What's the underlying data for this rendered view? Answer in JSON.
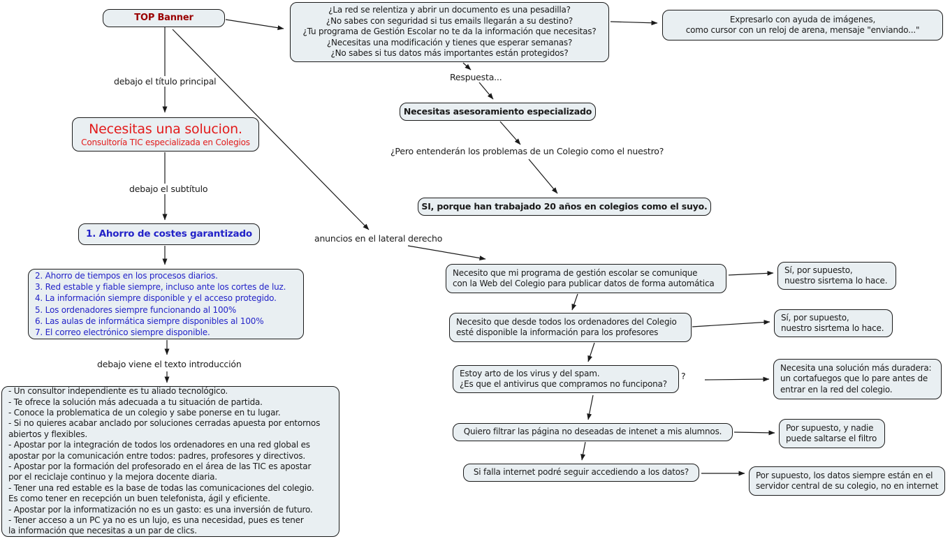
{
  "colors": {
    "box_fill": "#e9eff2",
    "box_border": "#1a1a1a",
    "banner_red": "#990000",
    "title_red": "#e21b1b",
    "link_blue": "#2323c8"
  },
  "top_banner": "TOP Banner",
  "pain_questions": [
    "¿La red se relentiza y abrir un documento es una pesadilla?",
    "¿No sabes con seguridad si tus emails llegarán a su destino?",
    "¿Tu programa de Gestión Escolar no te da la información que necesitas?",
    "¿Necesitas una modificación y tienes que esperar semanas?",
    "¿No sabes si tus datos más importantes están protegidos?"
  ],
  "images_answer": [
    "Expresarlo con ayuda de imágenes,",
    "como cursor con un reloj de arena, mensaje \"enviando...\""
  ],
  "labels": {
    "respuesta": "Respuesta...",
    "pero": "¿Pero entenderán los problemas de un Colegio como el nuestro?",
    "debajo_titulo": "debajo el título principal",
    "debajo_subtitulo": "debajo el subtítulo",
    "debajo_intro": "debajo viene el texto introducción",
    "anuncios": "anuncios en el lateral derecho",
    "question_mark": "?"
  },
  "asesoramiento": "Necesitas asesoramiento especializado",
  "si_answer": "SI, porque han trabajado 20 años en colegios como el suyo.",
  "solucion": {
    "title": "Necesitas una solucion.",
    "subtitle": "Consultoría TIC especializada en Colegios"
  },
  "ahorro": "1. Ahorro de costes garantizado",
  "benefits": [
    "2. Ahorro de tiempos en los procesos diarios.",
    "3. Red estable y fiable siempre, incluso ante los cortes de luz.",
    "4. La información siempre disponible y el acceso protegido.",
    "5. Los ordenadores siempre funcionando al 100%",
    "6. Las aulas de informática siempre disponibles al 100%",
    "7. El correo electrónico siempre disponible."
  ],
  "intro": [
    "- Un consultor independiente es tu aliado tecnológico.",
    "- Te ofrece la solución más adecuada a tu situación de partida.",
    "- Conoce la problematica de un colegio y sabe ponerse en tu lugar.",
    "- Si no quieres acabar anclado por soluciones cerradas apuesta por entornos",
    "abiertos y flexibles.",
    "- Apostar por la integración de todos los ordenadores en una red global es",
    "apostar por la comunicación entre todos: padres, profesores y directivos.",
    "- Apostar por la formación del profesorado en el área de las TIC es apostar",
    "por el reciclaje continuo y la mejora docente diaria.",
    "- Tener una red estable es la base de todas las comunicaciones del colegio.",
    "Es como tener en recepción un buen telefonista, ágil y eficiente.",
    "- Apostar por la informatización no es un gasto: es una inversión de futuro.",
    "- Tener acceso a un PC ya no es un lujo, es una necesidad, pues es tener",
    "la información que necesitas a un par de clics."
  ],
  "qa": [
    {
      "q": [
        "Necesito que mi programa de gestión escolar se comunique",
        "con la Web del Colegio para publicar datos de forma automática"
      ],
      "a": [
        "Sí, por supuesto,",
        "nuestro sisrtema lo hace."
      ]
    },
    {
      "q": [
        "Necesito que desde todos los ordenadores del Colegio",
        "esté disponible la información para los profesores"
      ],
      "a": [
        "Sí, por supuesto,",
        "nuestro sisrtema lo hace."
      ]
    },
    {
      "q": [
        "Estoy arto de los virus y del spam.",
        "¿Es que el antivirus que compramos no funcipona?"
      ],
      "a": [
        "Necesita una solución más duradera:",
        "un cortafuegos que lo pare antes de",
        "entrar en la red del colegio."
      ]
    },
    {
      "q": [
        "Quiero filtrar las página no deseadas de intenet a mis alumnos."
      ],
      "a": [
        "Por supuesto, y nadie",
        "puede saltarse el filtro"
      ]
    },
    {
      "q": [
        "Si falla internet podré seguir accediendo a los datos?"
      ],
      "a": [
        "Por supuesto, los datos siempre están en el",
        "servidor central de su colegio, no en internet"
      ]
    }
  ]
}
